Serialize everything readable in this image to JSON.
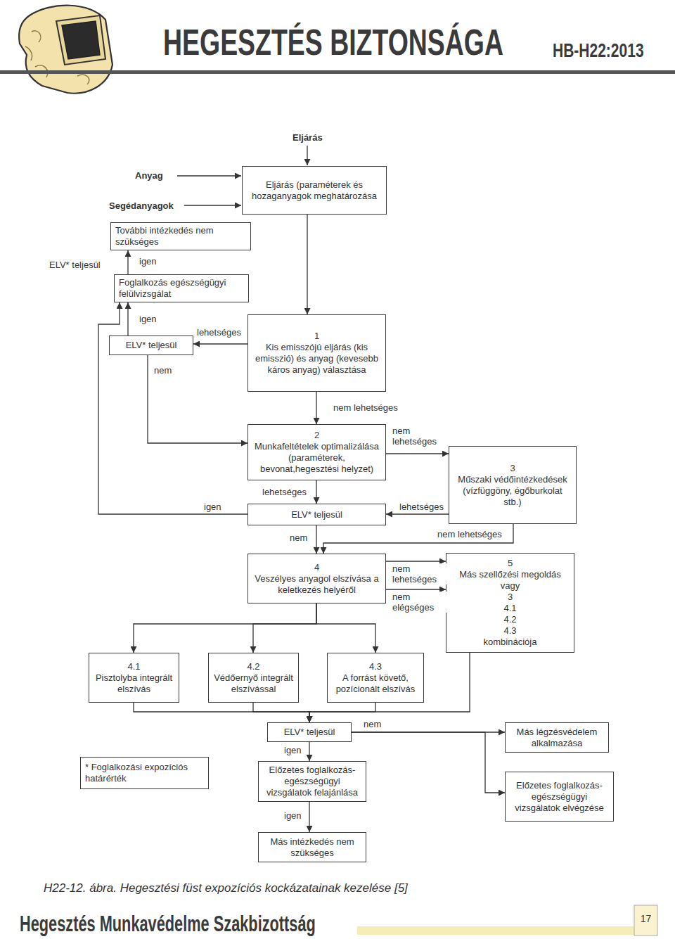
{
  "diagram": {
    "title": "HEGESZTÉS BIZTONSÁGA",
    "caption": "H22-12. ábra. Hegesztési füst expozíciós kockázatainak kezelése [5]",
    "nodes": [
      {
        "text": [
          "Eljárás (paraméterek és hozaganyagok meghatározása"
        ]
      },
      {
        "text": [
          "További intézkedés nem szükséges"
        ]
      },
      {
        "text": [
          "Foglalkozás egészségügyi felülvizsgálat"
        ]
      },
      {
        "text": [
          "ELV* teljesül"
        ]
      },
      {
        "text": [
          "1",
          "Kis emisszójú eljárás (kis emisszió) és anyag (kevesebb káros anyag) választása"
        ]
      },
      {
        "text": [
          "2",
          "Munkafeltételek optimalizálása (paraméterek, bevonat,hegesztési helyzet)"
        ]
      },
      {
        "text": [
          "3",
          "Műszaki védőintézkedések (vízfüggöny, égőburkolat stb.)"
        ]
      },
      {
        "text": [
          "ELV* teljesül"
        ]
      },
      {
        "text": [
          "4",
          "Veszélyes anyagol elszívása a keletkezés helyéről"
        ]
      },
      {
        "text": [
          "5",
          "Más szellőzési megoldás vagy",
          "3",
          "4.1",
          "4.2",
          "4.3",
          "kombinációja"
        ]
      },
      {
        "text": [
          "4.1",
          "Pisztolyba integrált elszívás"
        ]
      },
      {
        "text": [
          "4.2",
          "Védőernyő integrált elszívással"
        ]
      },
      {
        "text": [
          "4.3",
          "A forrást követő, pozícionált elszívás"
        ]
      },
      {
        "text": [
          "ELV* teljesül"
        ]
      },
      {
        "text": [
          "Más légzésvédelem alkalmazása"
        ]
      },
      {
        "text": [
          "* Foglalkozási expozíciós határérték"
        ]
      },
      {
        "text": [
          "Előzetes foglalkozás-egészségügyi vizsgálatok felajánlása"
        ]
      },
      {
        "text": [
          "Előzetes foglalkozás-egészségügyi vizsgálatok elvégzése"
        ]
      },
      {
        "text": [
          "Más intézkedés nem szükséges"
        ]
      }
    ],
    "edges": [
      {
        "from": 0,
        "to": 4,
        "arrow": "to"
      },
      {
        "from": 4,
        "to": 3,
        "label": "lehetséges",
        "arrow": "to"
      },
      {
        "from": 3,
        "to": 2,
        "label": "igen",
        "arrow": "to"
      },
      {
        "from": 2,
        "to": 1,
        "label": "igen",
        "arrow": "to"
      },
      {
        "from": 3,
        "to": 5,
        "label": "nem",
        "arrow": "to"
      },
      {
        "from": 4,
        "to": 5,
        "label": "nem lehetséges",
        "arrow": "to"
      },
      {
        "from": 5,
        "to": 7,
        "label": "lehetséges",
        "arrow": "to"
      },
      {
        "from": 5,
        "to": 6,
        "label": "nem lehetséges",
        "arrow": "to"
      },
      {
        "from": 6,
        "to": 7,
        "label": "lehetséges",
        "arrow": "to"
      },
      {
        "from": 7,
        "to": 2,
        "label": "igen",
        "arrow": "to"
      },
      {
        "from": 7,
        "to": 8,
        "label": "nem",
        "arrow": "to"
      },
      {
        "from": 6,
        "to": 8,
        "label": "nem lehetséges",
        "arrow": "to"
      },
      {
        "from": 8,
        "to": 9,
        "label": "nem lehetséges",
        "arrow": "to"
      },
      {
        "from": 8,
        "to": 9,
        "label": "nem elégséges",
        "arrow": "to"
      },
      {
        "from": 8,
        "to": 10,
        "arrow": "to"
      },
      {
        "from": 8,
        "to": 11,
        "arrow": "to"
      },
      {
        "from": 8,
        "to": 12,
        "arrow": "to"
      },
      {
        "from": 10,
        "to": 13,
        "arrow": "to"
      },
      {
        "from": 11,
        "to": 13,
        "arrow": "to"
      },
      {
        "from": 12,
        "to": 13,
        "arrow": "to"
      },
      {
        "from": 9,
        "to": 13,
        "arrow": "to"
      },
      {
        "from": 13,
        "to": 16,
        "label": "igen",
        "arrow": "to"
      },
      {
        "from": 16,
        "to": 18,
        "label": "igen",
        "arrow": "to"
      },
      {
        "from": 13,
        "to": 14,
        "label": "nem",
        "arrow": "to"
      },
      {
        "from": 13,
        "to": 17,
        "arrow": "to"
      }
    ],
    "labels": [
      "HB-H22:2013",
      "Eljárás",
      "Anyag",
      "Segédanyagok",
      "ELV* teljesül",
      "Hegesztés Munkavédelme Szakbizottság",
      "17"
    ]
  }
}
